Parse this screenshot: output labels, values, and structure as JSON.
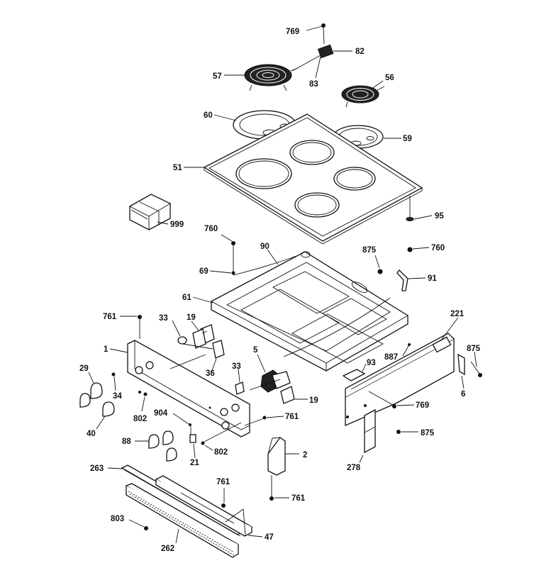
{
  "diagram": {
    "part_numbers": {
      "p769a": "769",
      "p82": "82",
      "p57": "57",
      "p83": "83",
      "p56": "56",
      "p60": "60",
      "p59": "59",
      "p51": "51",
      "p999": "999",
      "p95": "95",
      "p760a": "760",
      "p760b": "760",
      "p90": "90",
      "p875a": "875",
      "p69": "69",
      "p91": "91",
      "p61": "61",
      "p221": "221",
      "p761a": "761",
      "p33a": "33",
      "p19a": "19",
      "p1": "1",
      "p5": "5",
      "p887": "887",
      "p875b": "875",
      "p29": "29",
      "p36": "36",
      "p33b": "33",
      "p93": "93",
      "p6": "6",
      "p34": "34",
      "p19b": "19",
      "p769b": "769",
      "p802a": "802",
      "p904": "904",
      "p761b": "761",
      "p40": "40",
      "p875c": "875",
      "p88": "88",
      "p802b": "802",
      "p2": "2",
      "p21": "21",
      "p278": "278",
      "p263": "263",
      "p761c": "761",
      "p761d": "761",
      "p803": "803",
      "p47": "47",
      "p262": "262"
    }
  }
}
